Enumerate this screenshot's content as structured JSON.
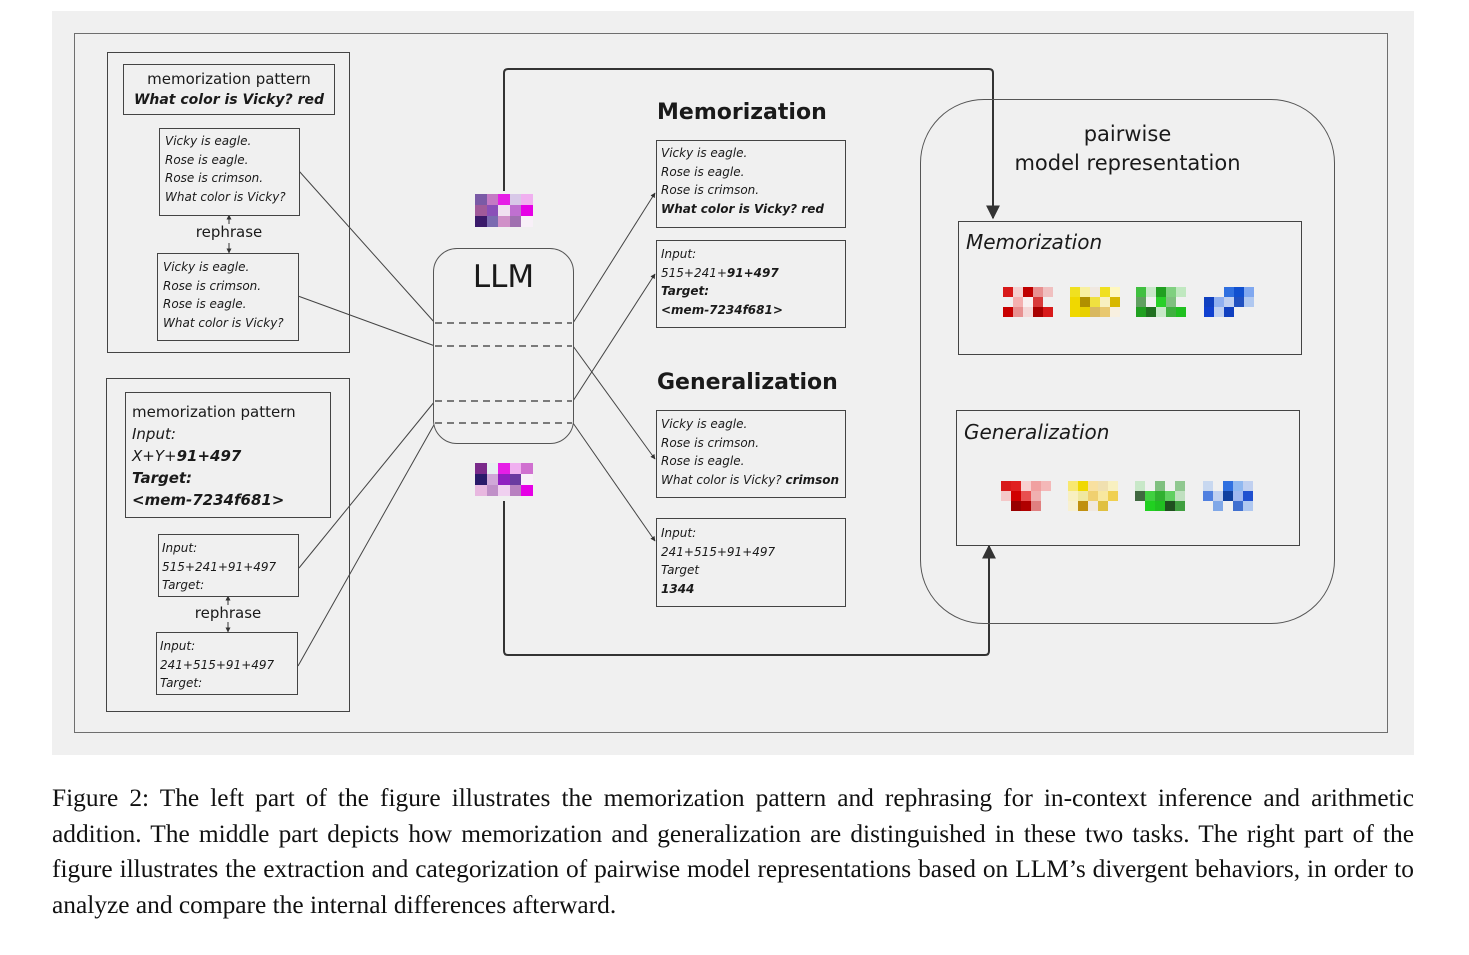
{
  "left": {
    "top_panel": {
      "pattern_label": "memorization pattern",
      "pattern_query": "What color is Vicky? red",
      "original": [
        "Vicky is eagle.",
        "Rose is eagle.",
        "Rose is crimson.",
        "What color is Vicky?"
      ],
      "rephrase_label": "rephrase",
      "rephrased": [
        "Vicky is eagle.",
        "Rose is crimson.",
        "Rose is eagle.",
        "What color is Vicky?"
      ]
    },
    "bottom_panel": {
      "pattern_label": "memorization pattern",
      "input_label": "Input:",
      "input_prefix": "X+Y+",
      "input_value": "91+497",
      "target_label": "Target:",
      "target_value": "<mem-7234f681>",
      "original": [
        "Input:",
        "515+241+91+497",
        "Target:"
      ],
      "rephrase_label": "rephrase",
      "rephrased": [
        "Input:",
        "241+515+91+497",
        "Target:"
      ]
    }
  },
  "llm": {
    "label": "LLM"
  },
  "middle": {
    "memorization_title": "Memorization",
    "mem_text": {
      "lines": [
        "Vicky is eagle.",
        "Rose is eagle.",
        "Rose is crimson."
      ],
      "answer": "What color is Vicky? red"
    },
    "mem_arith": {
      "input_label": "Input:",
      "input_prefix": "515+241+",
      "input_bold": "91+497",
      "target_label": "Target:",
      "target_value": "<mem-7234f681>"
    },
    "generalization_title": "Generalization",
    "gen_text": {
      "lines": [
        "Vicky is eagle.",
        "Rose is crimson.",
        "Rose is eagle."
      ],
      "question": "What color is Vicky? ",
      "answer": "crimson"
    },
    "gen_arith": {
      "input_label": "Input:",
      "input_value": "241+515+91+497",
      "target_label": "Target",
      "target_value": "1344"
    }
  },
  "right": {
    "title_line1": "pairwise",
    "title_line2": "model representation",
    "mem_box_title": "Memorization",
    "gen_box_title": "Generalization"
  },
  "icons": {
    "top_llm_grid": [
      "#7a5aa6",
      "#c47ac4",
      "#e61ee6",
      "#d8c8e8",
      "#f0b0f0",
      "#a05a9a",
      "#8a4fb8",
      "#f0e0f0",
      "#c070d0",
      "#e600e6",
      "#3a1a6a",
      "#7a6ab0",
      "#d090c8",
      "#a070b0",
      "#f8f0f8"
    ],
    "bottom_llm_grid": [
      "#7a2a8a",
      "#e6f0f0",
      "#e61ee6",
      "#f0b0f0",
      "#d070d0",
      "#2a1a6a",
      "#d0a8d8",
      "#9020c0",
      "#6a3aa0",
      "#f8f0f8",
      "#e8b8e0",
      "#c090c8",
      "#f0d0f0",
      "#b880c0",
      "#e600e6"
    ],
    "mem_red": [
      "#d81a1a",
      "#f4d0d0",
      "#c00000",
      "#e89090",
      "#f0c0c0",
      "#f0f0f0",
      "#f4b0b0",
      "#f8f0f0",
      "#d83a3a",
      "#f0f0f0",
      "#c80000",
      "#e89090",
      "#f4d8d8",
      "#a80000",
      "#d81a1a"
    ],
    "mem_yellow": [
      "#f0e020",
      "#f8f0a0",
      "#f0e8e0",
      "#f0e020",
      "#fff8c0",
      "#f0d800",
      "#b09000",
      "#f0e040",
      "#f8f0c0",
      "#d8b800",
      "#f0d800",
      "#e8d000",
      "#d8b860",
      "#e8c870",
      "#f8f0e0"
    ],
    "mem_green": [
      "#40c040",
      "#c8e8c8",
      "#20a020",
      "#80d080",
      "#c0e8c0",
      "#60a060",
      "#f0f0f0",
      "#28d028",
      "#80c080",
      "#f0f0f0",
      "#20a020",
      "#207020",
      "#c8e8c8",
      "#40b040",
      "#20c020"
    ],
    "mem_blue": [
      "#f0f0f0",
      "#f0f0f0",
      "#3070e0",
      "#1050d0",
      "#80a8f0",
      "#1040c0",
      "#90b0f0",
      "#c0d0f0",
      "#2050c0",
      "#b0c8f0",
      "#1040d0",
      "#c0d0f0",
      "#1040c0",
      "#f0f0f0",
      "#f0f0f0"
    ],
    "gen_red": [
      "#d81a1a",
      "#e02020",
      "#f8d0d0",
      "#f0a0a0",
      "#f4b8b8",
      "#f4c8c8",
      "#d00000",
      "#e85050",
      "#f0b0b0",
      "#f0f0f0",
      "#f0f0f0",
      "#980000",
      "#b00000",
      "#e08080",
      "#f0f0f0"
    ],
    "gen_yellow": [
      "#f8e870",
      "#f0d800",
      "#f8e0a0",
      "#f0e0b0",
      "#f8f0c0",
      "#f8f0c0",
      "#f0e8a0",
      "#f0d070",
      "#f8e8a0",
      "#f0d050",
      "#f8f0d0",
      "#c09010",
      "#f0e8e0",
      "#e0c040",
      "#f0f0f0"
    ],
    "gen_green": [
      "#c8e8c8",
      "#f0f0f0",
      "#80c080",
      "#f0f0f0",
      "#90c890",
      "#406840",
      "#40d040",
      "#30b030",
      "#60d060",
      "#c0e0c0",
      "#f0f0f0",
      "#20d020",
      "#20c020",
      "#205020",
      "#40a040"
    ],
    "gen_blue": [
      "#c8d8f0",
      "#f0f0f0",
      "#3070e0",
      "#90b8f0",
      "#c0d0f0",
      "#5080e0",
      "#c0d0f0",
      "#1040a0",
      "#a0b8f0",
      "#2050d0",
      "#f0f0f0",
      "#80a8e8",
      "#f0f0f0",
      "#4070d0",
      "#b0c8f0"
    ]
  },
  "caption": "Figure 2: The left part of the figure illustrates the memorization pattern and rephrasing for in-context inference and arithmetic addition. The middle part depicts how memorization and generalization are distinguished in these two tasks. The right part of the figure illustrates the extraction and categorization of pairwise model representations based on LLM’s divergent behaviors, in order to analyze and compare the internal differences afterward."
}
